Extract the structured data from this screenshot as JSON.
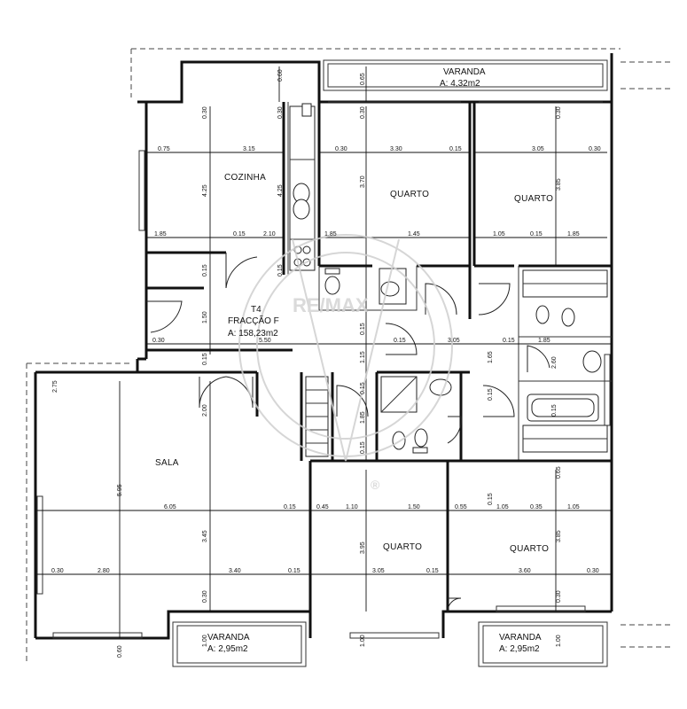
{
  "unit": {
    "code": "T4",
    "name": "FRACÇÃO F",
    "area": "A: 158,23m2"
  },
  "rooms": {
    "cozinha": "COZINHA",
    "quarto_top_left": "QUARTO",
    "quarto_top_right": "QUARTO",
    "sala": "SALA",
    "quarto_bottom_left": "QUARTO",
    "quarto_bottom_right": "QUARTO"
  },
  "balconies": {
    "top": {
      "name": "VARANDA",
      "area": "A: 4,32m2"
    },
    "bottom_left": {
      "name": "VARANDA",
      "area": "A: 2,95m2"
    },
    "bottom_right": {
      "name": "VARANDA",
      "area": "A: 2,95m2"
    }
  },
  "dimensions": {
    "d01": "0.75",
    "d02": "3.15",
    "d03": "0.30",
    "d04": "3.30",
    "d05": "0.15",
    "d06": "3.05",
    "d07": "0.30",
    "d08": "1.85",
    "d09": "0.15",
    "d10": "2.10",
    "d11": "1.85",
    "d12": "1.45",
    "d13": "1.05",
    "d14": "0.15",
    "d15": "1.85",
    "d16": "4.25",
    "d17": "4.25",
    "d18": "3.70",
    "d19": "3.85",
    "d20": "0.30",
    "d21": "0.30",
    "d22": "0.30",
    "d23": "0.30",
    "d24": "0.65",
    "d25": "0.60",
    "d26": "0.30",
    "d27": "5.50",
    "d28": "0.15",
    "d29": "3.05",
    "d30": "0.15",
    "d31": "1.85",
    "d32": "1.50",
    "d33": "1.65",
    "d34": "0.15",
    "d35": "2.60",
    "d36": "2.75",
    "d37": "2.00",
    "d38": "1.15",
    "d39": "0.15",
    "d40": "1.85",
    "d41": "5.95",
    "d42": "6.05",
    "d43": "0.15",
    "d44": "0.45",
    "d45": "1.10",
    "d46": "1.50",
    "d47": "0.55",
    "d48": "1.05",
    "d49": "0.35",
    "d50": "1.05",
    "d51": "3.45",
    "d52": "3.95",
    "d53": "3.85",
    "d54": "0.30",
    "d55": "2.80",
    "d56": "3.40",
    "d57": "0.15",
    "d58": "3.05",
    "d59": "0.15",
    "d60": "3.60",
    "d61": "0.30",
    "d62": "0.30",
    "d63": "1.00",
    "d64": "0.60",
    "d65": "1.00",
    "d66": "0.15",
    "d67": "0.15",
    "d68": "0.15",
    "d69": "0.15",
    "d70": "0.15",
    "d71": "0.15",
    "d72": "0.15",
    "d73": "0.65",
    "d74": "0.30",
    "d75": "1.00"
  },
  "watermark": {
    "brand": "RE/MAX",
    "symbol": "®"
  },
  "colors": {
    "line": "#111111",
    "watermark": "#d4d4d4",
    "background": "#ffffff"
  }
}
